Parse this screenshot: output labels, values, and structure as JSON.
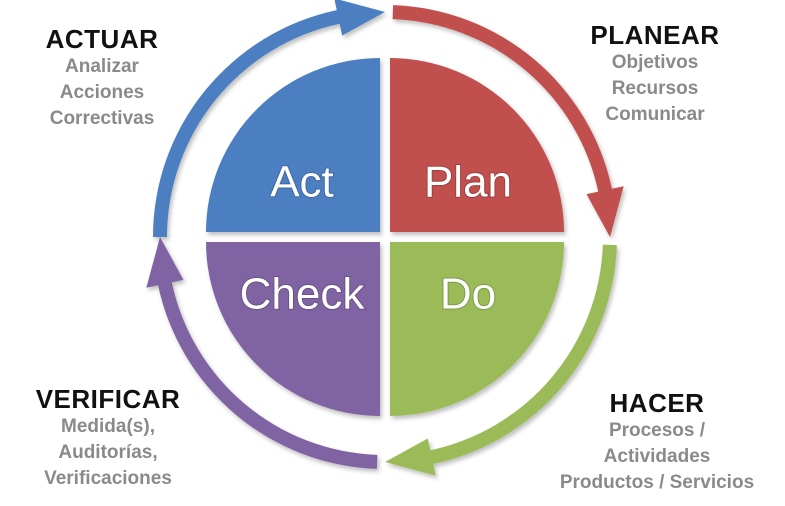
{
  "quadrants": {
    "act": {
      "label": "Act",
      "color": "#4b7fc2"
    },
    "plan": {
      "label": "Plan",
      "color": "#c0504d"
    },
    "check": {
      "label": "Check",
      "color": "#8064a2"
    },
    "do": {
      "label": "Do",
      "color": "#9bbb59"
    }
  },
  "phases": {
    "actuar": {
      "title": "ACTUAR",
      "items": [
        "Analizar",
        "Acciones",
        "Correctivas"
      ]
    },
    "planear": {
      "title": "PLANEAR",
      "items": [
        "Objetivos",
        "Recursos",
        "Comunicar"
      ]
    },
    "verificar": {
      "title": "VERIFICAR",
      "items": [
        "Medida(s),",
        "Auditorías,",
        "Verificaciones"
      ]
    },
    "hacer": {
      "title": "HACER",
      "items": [
        "Procesos /",
        "Actividades",
        "Productos / Servicios"
      ]
    }
  },
  "arrows": {
    "act_to_plan": {
      "color": "#4b7fc2"
    },
    "plan_to_do": {
      "color": "#c0504d"
    },
    "do_to_check": {
      "color": "#9bbb59"
    },
    "check_to_act": {
      "color": "#8064a2"
    }
  }
}
